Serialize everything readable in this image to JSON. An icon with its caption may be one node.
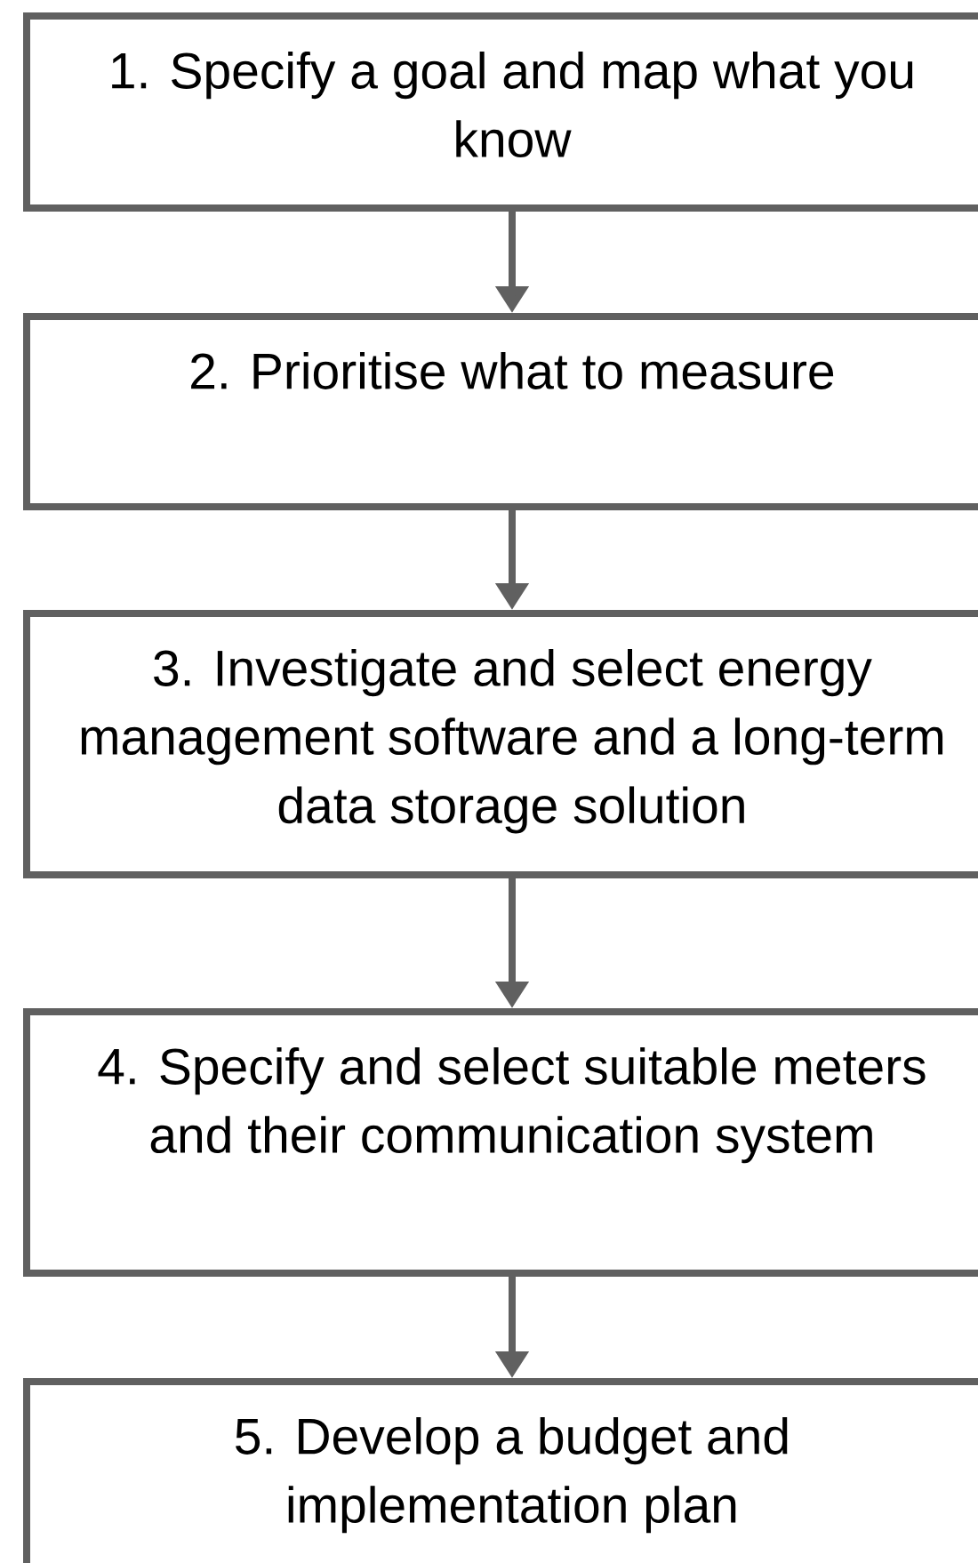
{
  "diagram": {
    "nodes": [
      {
        "text": [
          "1. Specify a goal and map what you know"
        ]
      },
      {
        "text": [
          "2. Prioritise what to measure"
        ]
      },
      {
        "text": [
          "3. Investigate and select energy management software and a long-term data storage solution"
        ]
      },
      {
        "text": [
          "4. Specify and select suitable meters and their communication system"
        ]
      },
      {
        "text": [
          "5. Develop a budget and implementation plan"
        ]
      }
    ],
    "edges": [
      {
        "from": 0,
        "to": 1,
        "arrow": "to"
      },
      {
        "from": 1,
        "to": 2,
        "arrow": "to"
      },
      {
        "from": 2,
        "to": 3,
        "arrow": "to"
      },
      {
        "from": 3,
        "to": 4,
        "arrow": "to"
      }
    ]
  }
}
